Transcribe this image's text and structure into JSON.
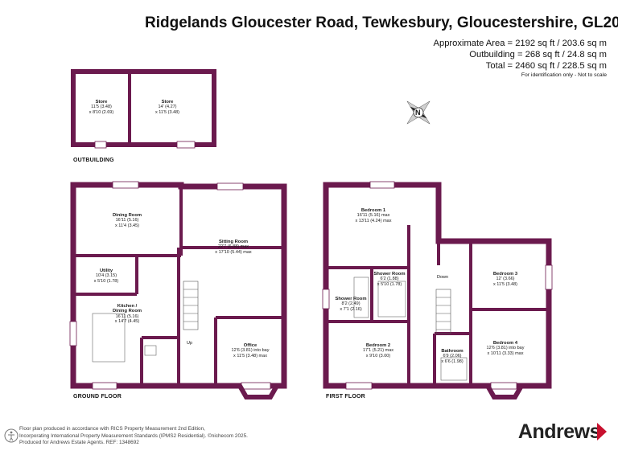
{
  "header": {
    "title": "Ridgelands Gloucester Road, Tewkesbury, Gloucestershire, GL20",
    "area_lines": [
      "Approximate Area = 2192 sq ft / 203.6 sq m",
      "Outbuilding = 268 sq ft / 24.8 sq m",
      "Total = 2460 sq ft / 228.5 sq m"
    ],
    "note": "For identification only - Not to scale"
  },
  "floors": {
    "outbuilding": "OUTBUILDING",
    "ground": "GROUND FLOOR",
    "first": "FIRST FLOOR"
  },
  "compass": {
    "letter": "N"
  },
  "rooms": {
    "store1": {
      "name": "Store",
      "l1": "11'5 (3.48)",
      "l2": "x 8'10 (2.69)"
    },
    "store2": {
      "name": "Store",
      "l1": "14' (4.27)",
      "l2": "x 11'5 (3.48)"
    },
    "dining": {
      "name": "Dining Room",
      "l1": "16'11 (5.16)",
      "l2": "x 11'4 (3.45)"
    },
    "sitting": {
      "name": "Sitting Room",
      "l1": "22'7 (6.88) max",
      "l2": "x 17'10 (5.44) max"
    },
    "utility": {
      "name": "Utility",
      "l1": "10'4 (3.15)",
      "l2": "x 5'10 (1.78)"
    },
    "kitchen": {
      "name": "Kitchen /",
      "l1": "Dining Room",
      "l2": "16'11 (5.16)",
      "l3": "x 14'7 (4.45)"
    },
    "office": {
      "name": "Office",
      "l1": "12'6 (3.81) into bay",
      "l2": "x 11'5 (3.48) max"
    },
    "bed1": {
      "name": "Bedroom 1",
      "l1": "16'11 (5.16) max",
      "l2": "x 13'11 (4.24) max"
    },
    "bed2": {
      "name": "Bedroom 2",
      "l1": "17'1 (5.21) max",
      "l2": "x 9'10 (3.00)"
    },
    "bed3": {
      "name": "Bedroom 3",
      "l1": "12' (3.66)",
      "l2": "x 11'5 (3.48)"
    },
    "bed4": {
      "name": "Bedroom 4",
      "l1": "12'6 (3.81) into bay",
      "l2": "x 10'11 (3.33) max"
    },
    "shower1": {
      "name": "Shower Room",
      "l1": "8'2 (2.49)",
      "l2": "x 7'1 (2.16)"
    },
    "shower2": {
      "name": "Shower Room",
      "l1": "6'2 (1.88)",
      "l2": "x 5'10 (1.78)"
    },
    "bath": {
      "name": "Bathroom",
      "l1": "6'9 (2.06)",
      "l2": "x 6'6 (1.98)"
    }
  },
  "stairs": {
    "up": "Up",
    "down": "Down"
  },
  "footer": {
    "line1": "Floor plan produced in accordance with RICS Property Measurement 2nd Edition,",
    "line2": "Incorporating International Property Measurement Standards (IPMS2 Residential). ©nichecom 2025.",
    "line3": "Produced for Andrews Estate Agents.   REF: 1348692"
  },
  "brand": {
    "name": "Andrews"
  },
  "colors": {
    "wall": "#6b1a4e",
    "accent": "#c8102e"
  }
}
